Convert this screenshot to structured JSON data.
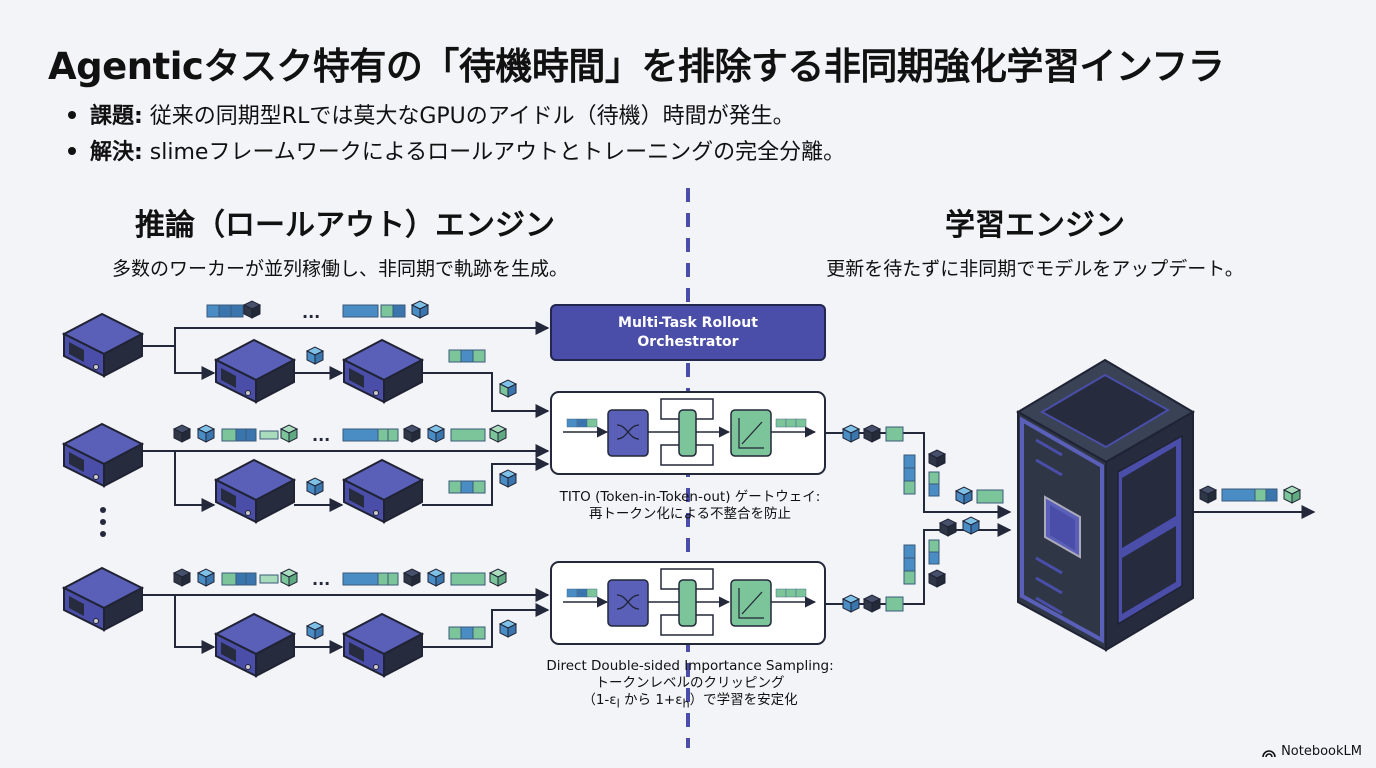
{
  "title": "Agenticタスク特有の「待機時間」を排除する非同期強化学習インフラ",
  "bullets": [
    {
      "label": "課題:",
      "text": " 従来の同期型RLでは莫大なGPUのアイドル（待機）時間が発生。"
    },
    {
      "label": "解決:",
      "text": " slimeフレームワークによるロールアウトとトレーニングの完全分離。"
    }
  ],
  "left_section": {
    "title": "推論（ロールアウト）エンジン",
    "subtitle": "多数のワーカーが並列稼働し、非同期で軌跡を生成。"
  },
  "right_section": {
    "title": "学習エンジン",
    "subtitle": "更新を待たずに非同期でモデルをアップデート。"
  },
  "orchestrator": {
    "line1": "Multi-Task Rollout",
    "line2": "Orchestrator"
  },
  "tito_caption": {
    "line1": "TITO (Token-in-Token-out) ゲートウェイ:",
    "line2": "再トークン化による不整合を防止"
  },
  "dis_caption": {
    "line1": "Direct Double-sided Importance Sampling:",
    "line2": "トークンレベルのクリッピング",
    "line3_pre": "（1-ε",
    "sub_l": "l",
    "line3_mid": " から 1+ε",
    "sub_h": "h",
    "line3_post": "）で学習を安定化"
  },
  "ellipsis": "...",
  "brand": "NotebookLM",
  "colors": {
    "background": "#f3f4f8",
    "server_purple": "#4a4ea8",
    "server_dark": "#23283a",
    "token_blue": "#4a8cc4",
    "token_green": "#7cc49a",
    "token_dark": "#2f3747",
    "divider": "#4a4ea8"
  }
}
